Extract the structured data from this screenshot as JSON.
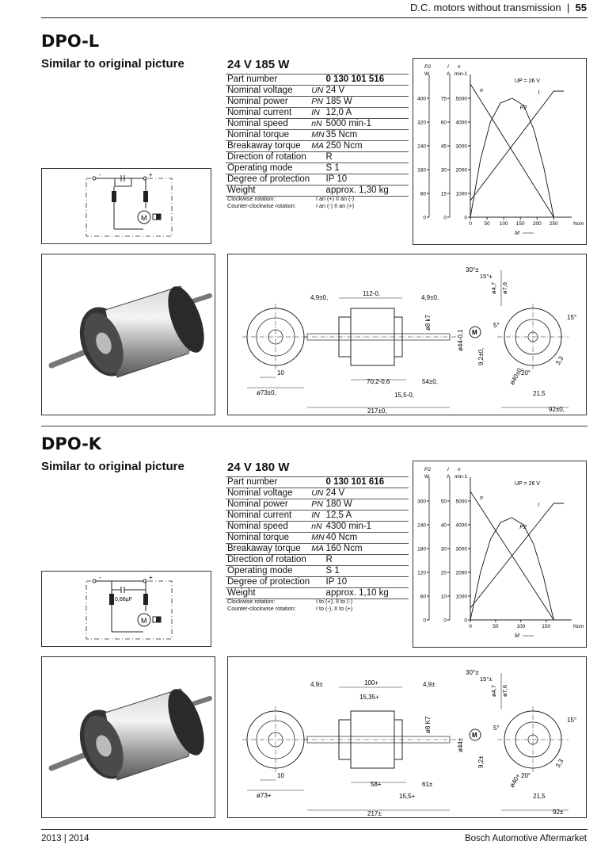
{
  "header": {
    "title": "D.C. motors without transmission",
    "separator": "|",
    "page": "55"
  },
  "sections": [
    {
      "title": "DPO-L",
      "subtitle": "Similar to original picture",
      "spec_heading": "24 V 185 W",
      "specs": [
        {
          "label": "Part number",
          "sym": "",
          "value": "0 130 101 516"
        },
        {
          "label": "Nominal voltage",
          "sym": "UN",
          "value": "24 V"
        },
        {
          "label": "Nominal power",
          "sym": "PN",
          "value": "185 W"
        },
        {
          "label": "Nominal current",
          "sym": "IN",
          "value": "12,0 A"
        },
        {
          "label": "Nominal speed",
          "sym": "nN",
          "value": "5000 min-1"
        },
        {
          "label": "Nominal torque",
          "sym": "MN",
          "value": "35 Ncm"
        },
        {
          "label": "Breakaway torque",
          "sym": "MA",
          "value": "250 Ncm"
        },
        {
          "label": "Direction of rotation",
          "sym": "",
          "value": "R"
        },
        {
          "label": "Operating mode",
          "sym": "",
          "value": "S 1"
        },
        {
          "label": "Degree of protection",
          "sym": "",
          "value": "IP 10"
        },
        {
          "label": "Weight",
          "sym": "",
          "value": "approx. 1,30 kg"
        }
      ],
      "rotation": [
        {
          "label": "Clockwise rotation:",
          "value": "I an (+) II an (-)"
        },
        {
          "label": "Counter-clockwise rotation:",
          "value": "I an (-) II an (+)"
        }
      ],
      "chart_data": {
        "type": "line",
        "ylabel_power": "P2",
        "ylabel_power_unit": "W",
        "ylabel_current": "I",
        "ylabel_current_unit": "A",
        "ylabel_speed": "n",
        "ylabel_speed_unit": "min-1",
        "xlabel": "M",
        "x_unit": "Ncm",
        "annotation": "UP = 26 V",
        "x_ticks": [
          0,
          50,
          100,
          150,
          200,
          250
        ],
        "power_ticks": [
          0,
          80,
          160,
          240,
          320,
          400
        ],
        "current_ticks": [
          0,
          15,
          30,
          45,
          60,
          75
        ],
        "speed_ticks": [
          0,
          1000,
          2000,
          3000,
          4000,
          5000
        ],
        "xlim": [
          0,
          280
        ],
        "speed_lim": [
          0,
          5600
        ],
        "series": [
          {
            "name": "n",
            "x": [
              0,
              250
            ],
            "y": [
              5600,
              0
            ]
          },
          {
            "name": "I",
            "x": [
              0,
              250,
              280
            ],
            "y": [
              700,
              5300,
              5300
            ]
          },
          {
            "name": "P2",
            "x": [
              0,
              30,
              60,
              90,
              125,
              160,
              190,
              220,
              250
            ],
            "y": [
              0,
              2400,
              4000,
              4800,
              5000,
              4700,
              3700,
              2100,
              0
            ]
          }
        ]
      },
      "drawing": {
        "side_dims": {
          "left_shaft": "4,9±0,",
          "body": "112-0,",
          "right_shaft": "4,9±0,",
          "overall": "217±0,",
          "mount1": "70,2-0,6",
          "mount2": "54±0,",
          "mid": "15,5-0,",
          "shaft_dia": "ø8 k7",
          "bearing_dia": "ø44-0,1"
        },
        "front_dims": {
          "dia": "ø73±0,",
          "ten": "10"
        },
        "end_dims": {
          "d1": "ø4,7",
          "d2": "ø7,6",
          "angle1": "30°±",
          "angle2": "15°±",
          "angle3": "5°",
          "angle4": "15°",
          "angle5": "20°",
          "r1": "ø40±0,",
          "dim1": "21,5",
          "dim2": "92±0,",
          "dim3": "9,2±0,",
          "dim4": "3,3"
        },
        "motor_label": "M"
      },
      "circuit": {
        "cap": "",
        "plus": "+",
        "minus": "-",
        "label": "M"
      }
    },
    {
      "title": "DPO-K",
      "subtitle": "Similar to original picture",
      "spec_heading": "24 V 180 W",
      "specs": [
        {
          "label": "Part number",
          "sym": "",
          "value": "0 130 101 616"
        },
        {
          "label": "Nominal voltage",
          "sym": "UN",
          "value": "24 V"
        },
        {
          "label": "Nominal power",
          "sym": "PN",
          "value": "180 W"
        },
        {
          "label": "Nominal current",
          "sym": "IN",
          "value": "12,5 A"
        },
        {
          "label": "Nominal speed",
          "sym": "nN",
          "value": "4300 min-1"
        },
        {
          "label": "Nominal torque",
          "sym": "MN",
          "value": "40 Ncm"
        },
        {
          "label": "Breakaway torque",
          "sym": "MA",
          "value": "160 Ncm"
        },
        {
          "label": "Direction of rotation",
          "sym": "",
          "value": "R"
        },
        {
          "label": "Operating mode",
          "sym": "",
          "value": "S 1"
        },
        {
          "label": "Degree of protection",
          "sym": "",
          "value": "IP 10"
        },
        {
          "label": "Weight",
          "sym": "",
          "value": "approx. 1,10 kg"
        }
      ],
      "rotation": [
        {
          "label": "Clockwise rotation:",
          "value": "I to (+), II to (-)"
        },
        {
          "label": "Counter-clockwise rotation:",
          "value": "I to (-), II to (+)"
        }
      ],
      "chart_data": {
        "type": "line",
        "ylabel_power": "P2",
        "ylabel_power_unit": "W",
        "ylabel_current": "I",
        "ylabel_current_unit": "A",
        "ylabel_speed": "n",
        "ylabel_speed_unit": "min-1",
        "xlabel": "M",
        "x_unit": "Ncm",
        "annotation": "UP = 26 V",
        "x_ticks": [
          0,
          50,
          100,
          150
        ],
        "power_ticks": [
          0,
          60,
          120,
          180,
          240,
          300
        ],
        "current_ticks": [
          0,
          10,
          20,
          30,
          40,
          50
        ],
        "speed_ticks": [
          0,
          1000,
          2000,
          3000,
          4000,
          5000
        ],
        "xlim": [
          0,
          185
        ],
        "speed_lim": [
          0,
          5600
        ],
        "series": [
          {
            "name": "n",
            "x": [
              0,
              165
            ],
            "y": [
              5400,
              0
            ]
          },
          {
            "name": "I",
            "x": [
              0,
              165,
              185
            ],
            "y": [
              500,
              4900,
              4900
            ]
          },
          {
            "name": "P2",
            "x": [
              0,
              20,
              40,
              60,
              82,
              105,
              125,
              145,
              165
            ],
            "y": [
              0,
              2000,
              3400,
              4100,
              4300,
              4000,
              3200,
              1800,
              0
            ]
          }
        ]
      },
      "drawing": {
        "side_dims": {
          "left_shaft": "4,9±",
          "body": "100+",
          "right_shaft": "4,9±",
          "overall": "217±",
          "mount1": "58+",
          "mount2": "61±",
          "mid": "15,5+",
          "top": "15,35+",
          "shaft_dia": "ø8 K7",
          "bearing_dia": "ø44±"
        },
        "front_dims": {
          "dia": "ø73+",
          "ten": "10"
        },
        "end_dims": {
          "d1": "ø4,7",
          "d2": "ø7,6",
          "angle1": "30°±",
          "angle2": "15°±",
          "angle3": "5°",
          "angle4": "15°",
          "angle5": "20°",
          "r1": "ø40+",
          "dim1": "21,5",
          "dim2": "92±",
          "dim3": "9,2±",
          "dim4": "3,3"
        },
        "motor_label": "M"
      },
      "circuit": {
        "cap": "0,68µF",
        "plus": "+",
        "minus": "-",
        "label": "M"
      }
    }
  ],
  "footer": {
    "left": "2013  |  2014",
    "right": "Bosch Automotive Aftermarket"
  }
}
